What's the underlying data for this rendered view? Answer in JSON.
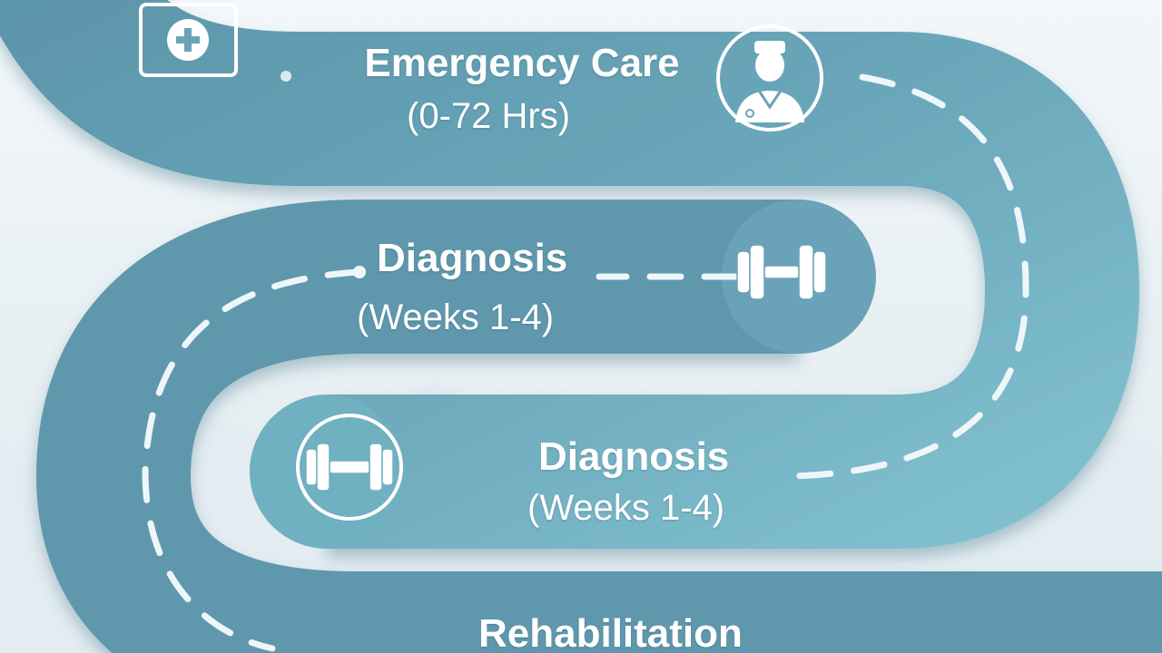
{
  "stages": [
    {
      "title": "Emergency Care",
      "period": "(0-72 Hrs)",
      "icon": "doctor-icon"
    },
    {
      "title": "Diagnosis",
      "period": "(Weeks 1-4)",
      "icon": "dumbbell-icon"
    },
    {
      "title": "Diagnosis",
      "period": "(Weeks 1-4)",
      "icon": "dumbbell-icon"
    },
    {
      "title": "Rehabilitation",
      "period": "",
      "icon": ""
    }
  ],
  "start_icon": "medical-kit-icon",
  "colors": {
    "background": "#e9f1f5",
    "road_dark": "#5f98ad",
    "road_mid": "#6fa9bd",
    "road_light": "#7dbccb",
    "dash": "#eef6f9"
  }
}
